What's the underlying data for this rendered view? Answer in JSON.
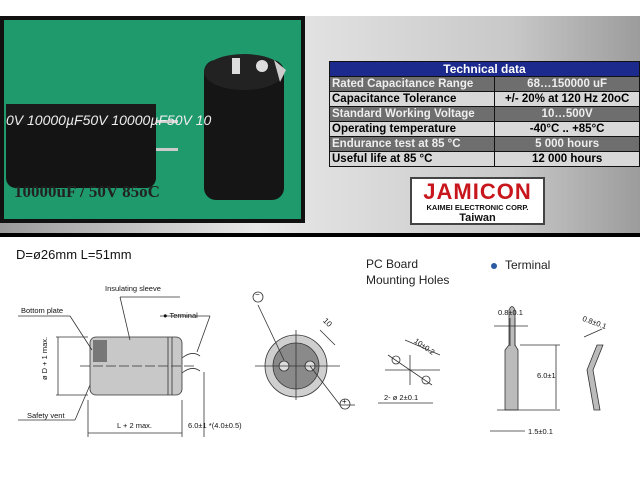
{
  "photo": {
    "caption": "10000uF / 50V  85oC",
    "sleeve_print": "0V  10000µF50V  10000µF50V  10"
  },
  "technical_data": {
    "title": "Technical data",
    "rows": [
      {
        "label": "Rated Capacitance Range",
        "value": "68…150000 uF"
      },
      {
        "label": "Capacitance Tolerance",
        "value": "+/- 20% at 120 Hz 20oC"
      },
      {
        "label": "Standard Working Voltage",
        "value": "10…500V"
      },
      {
        "label": "Operating temperature",
        "value": "-40°C .. +85°C"
      },
      {
        "label": "Endurance test at 85 °C",
        "value": "5 000 hours"
      },
      {
        "label": "Useful life at 85 °C",
        "value": "12 000 hours"
      }
    ]
  },
  "logo": {
    "brand": "JAMICON",
    "corp": "KAIMEI ELECTRONIC CORP.",
    "country": "Taiwan",
    "colors": {
      "brand": "#c8161d"
    }
  },
  "drawing": {
    "dimensions": "D=ø26mm    L=51mm",
    "insulating_sleeve": "Insulating sleeve",
    "bottom_plate": "Bottom plate",
    "terminal_label": "● Terminal",
    "diameter": "ø D + 1 max.",
    "safety_vent": "Safety vent",
    "length": "L + 2 max.",
    "lead_length": "6.0±1 *(4.0±0.5)",
    "minus": "−",
    "plus": "+",
    "pitch": "10",
    "pcb_title_1": "PC Board",
    "pcb_title_2": "Mounting Holes",
    "pcb_pitch": "10±0.2",
    "pcb_holes": "2- ø 2±0.1",
    "terminal_title": "Terminal",
    "t_width": "0.8±0.1",
    "t_length": "6.0±1",
    "t_base": "1.5±0.1",
    "t_bent_width": "0.8±0.1"
  }
}
